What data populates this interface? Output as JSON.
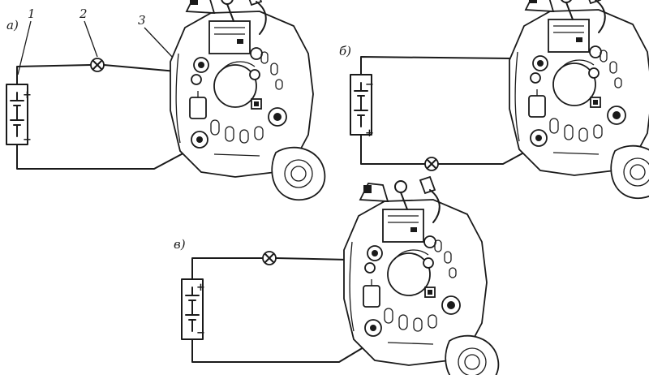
{
  "labels": {
    "panel_a": "а)",
    "panel_b": "б)",
    "panel_v": "в)",
    "callout_1": "1",
    "callout_2": "2",
    "callout_3": "3"
  },
  "polarity": {
    "plus": "+",
    "minus": "−"
  },
  "components": {
    "battery_icon": "battery",
    "lamp_icon": "lamp",
    "alternator_icon": "alternator"
  }
}
